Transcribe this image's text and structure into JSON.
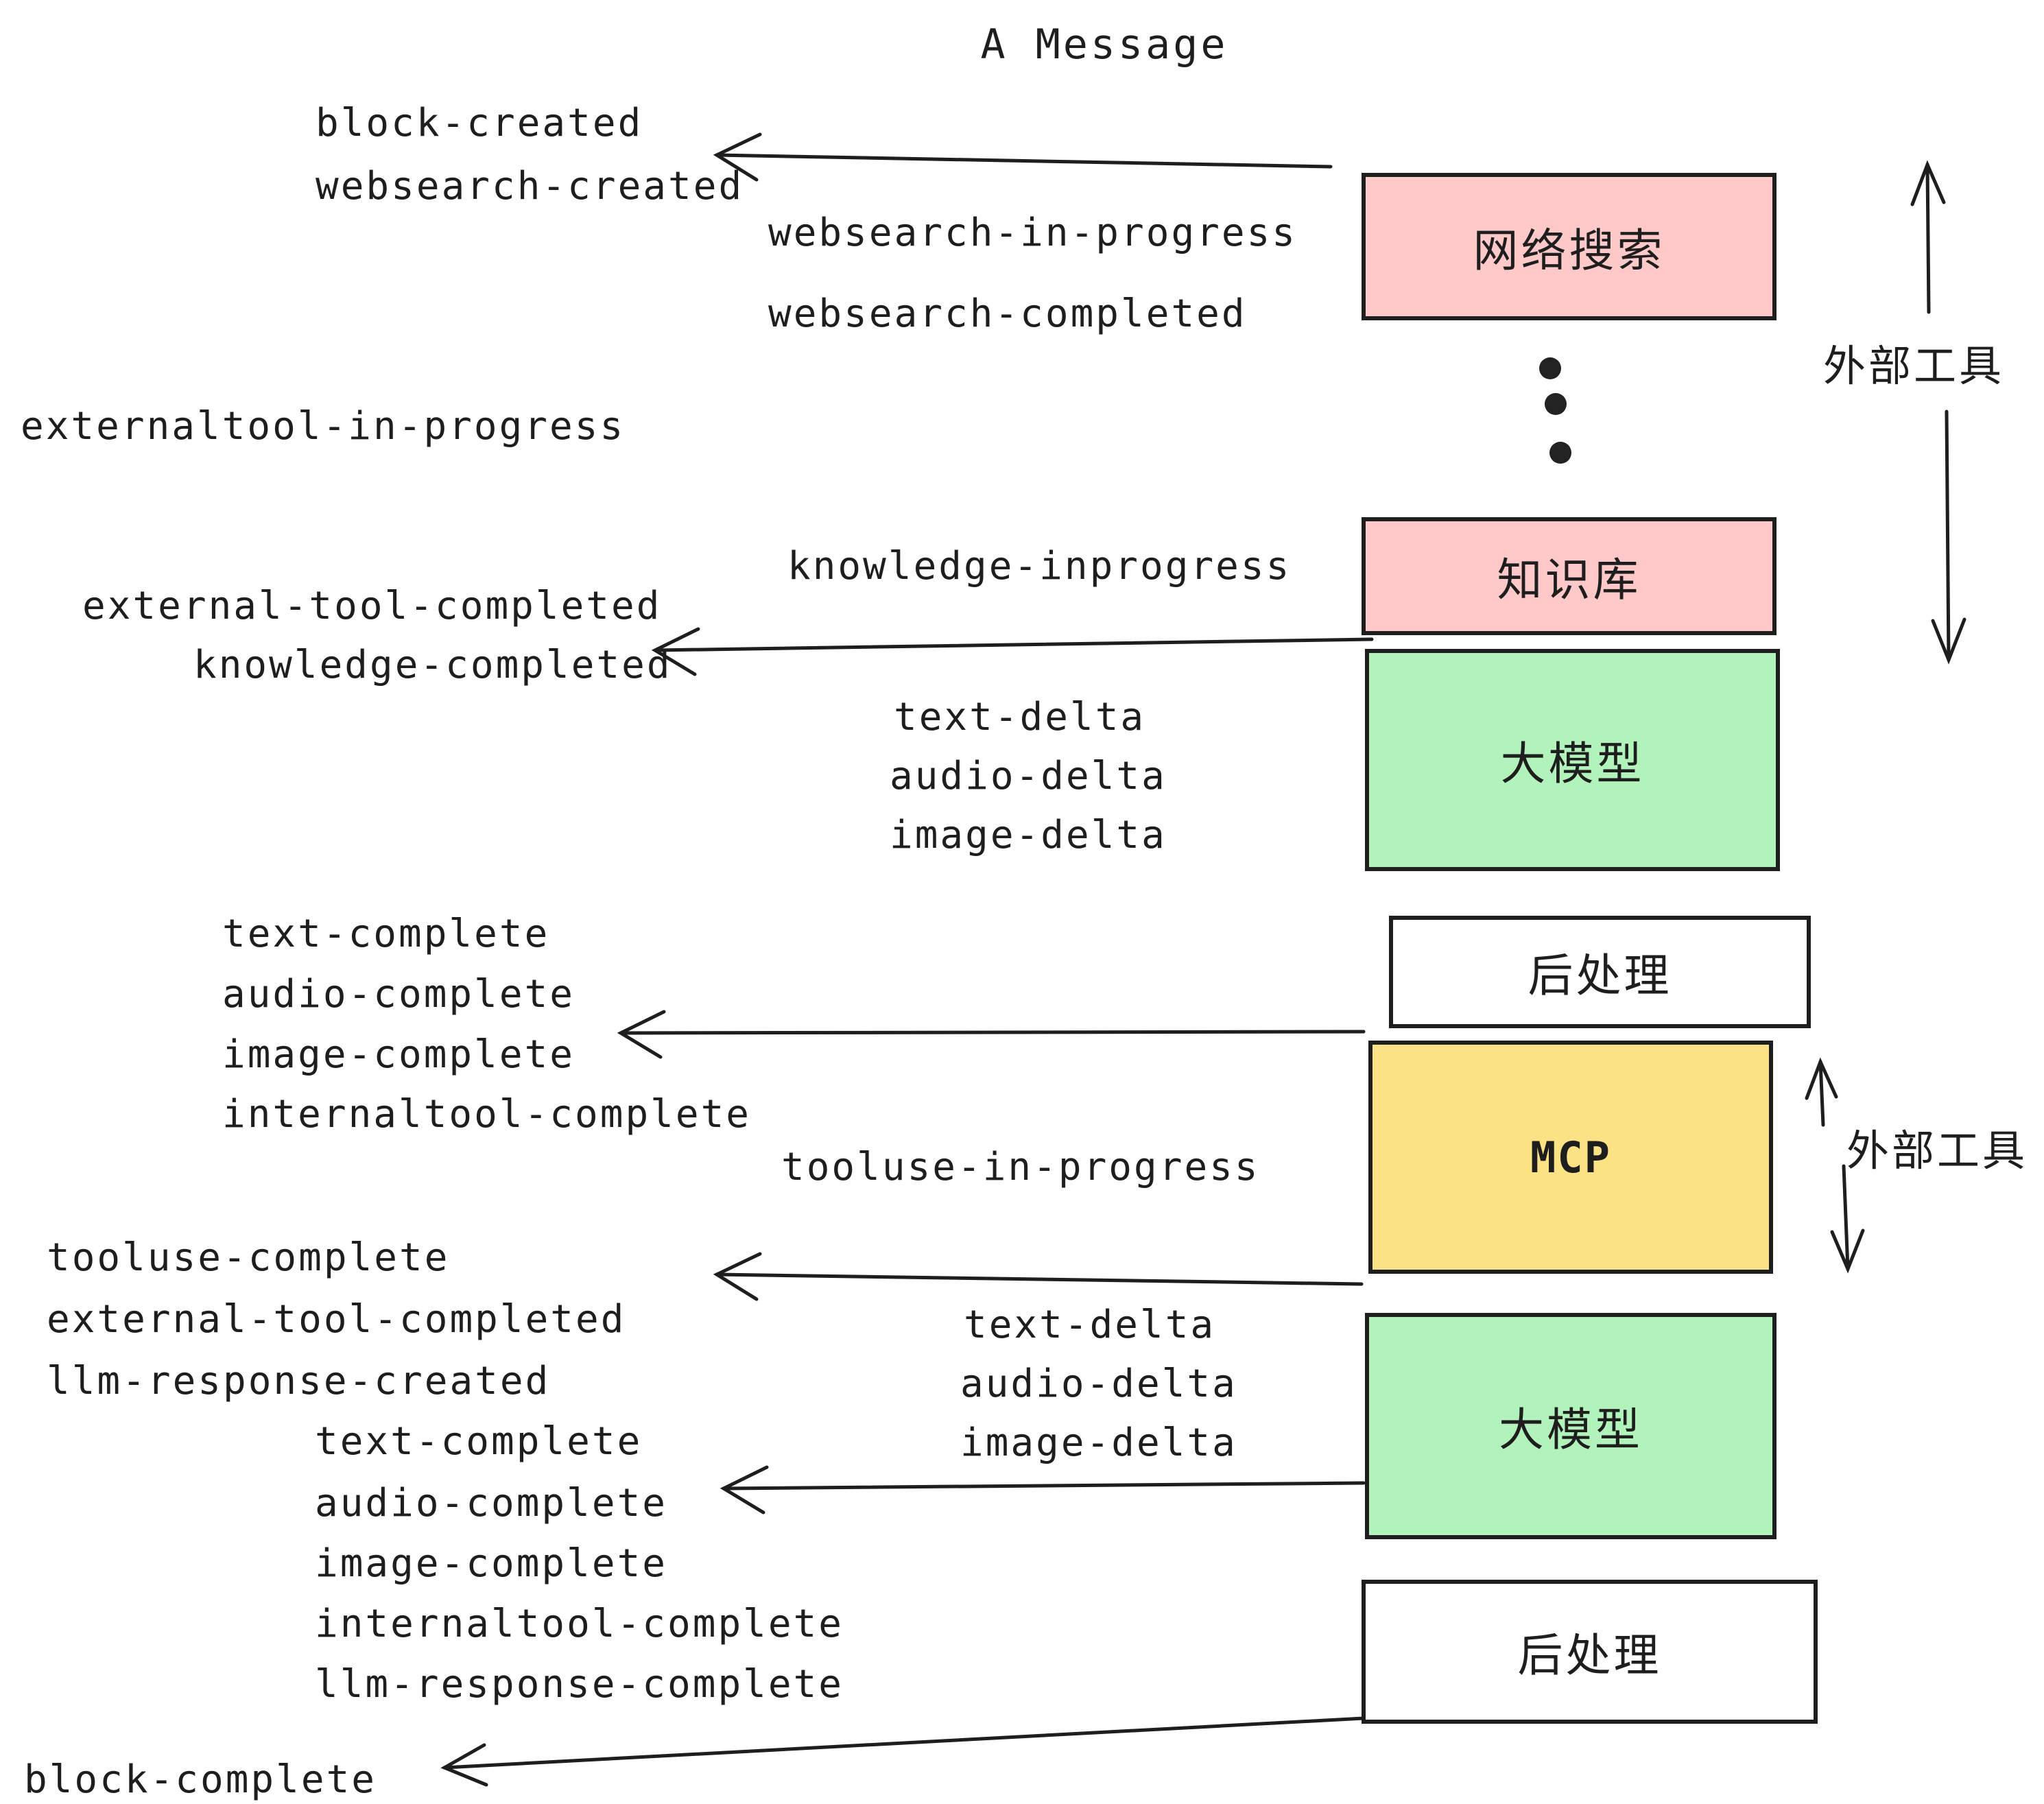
{
  "title": "A Message",
  "colors": {
    "ink": "#1e1e1e",
    "pink": "#ffc9c9",
    "green": "#b2f2bb",
    "yellow": "#fae285",
    "background": "#ffffff"
  },
  "boxes": {
    "websearch": {
      "label": "网络搜索"
    },
    "knowledge": {
      "label": "知识库"
    },
    "llm1": {
      "label": "大模型"
    },
    "post1": {
      "label": "后处理"
    },
    "mcp": {
      "label": "MCP"
    },
    "llm2": {
      "label": "大模型"
    },
    "post2": {
      "label": "后处理"
    }
  },
  "side_labels": {
    "external_tools_top": "外部工具",
    "external_tools_bottom": "外部工具"
  },
  "events": {
    "block_created": "block-created",
    "websearch_created": "websearch-created",
    "websearch_in_progress": "websearch-in-progress",
    "websearch_completed": "websearch-completed",
    "externaltool_in_progress": "externaltool-in-progress",
    "knowledge_inprogress": "knowledge-inprogress",
    "external_tool_completed": "external-tool-completed",
    "knowledge_completed": "knowledge-completed",
    "text_delta_1": "text-delta",
    "audio_delta_1": "audio-delta",
    "image_delta_1": "image-delta",
    "text_complete_1": "text-complete",
    "audio_complete_1": "audio-complete",
    "image_complete_1": "image-complete",
    "internaltool_complete_1": "internaltool-complete",
    "tooluse_in_progress": "tooluse-in-progress",
    "tooluse_complete": "tooluse-complete",
    "external_tool_completed_2": "external-tool-completed",
    "llm_response_created": "llm-response-created",
    "text_complete_2": "text-complete",
    "audio_complete_2": "audio-complete",
    "image_complete_2": "image-complete",
    "internaltool_complete_2": "internaltool-complete",
    "llm_response_complete": "llm-response-complete",
    "text_delta_2": "text-delta",
    "audio_delta_2": "audio-delta",
    "image_delta_2": "image-delta",
    "block_complete": "block-complete"
  }
}
